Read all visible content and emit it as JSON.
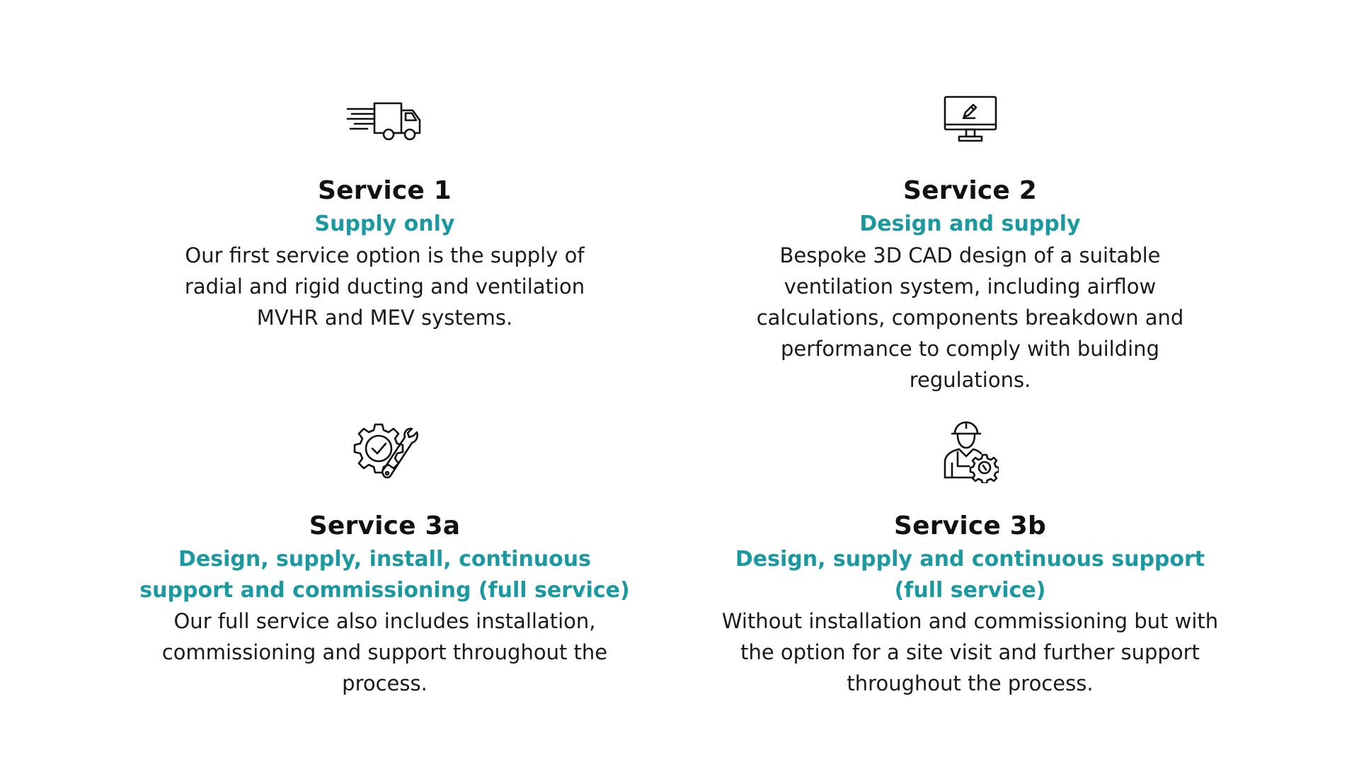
{
  "services": [
    {
      "icon": "delivery-truck-icon",
      "title": "Service 1",
      "subtitle": "Supply only",
      "description": "Our first service option is the supply of radial and rigid ducting and ventilation MVHR and MEV systems."
    },
    {
      "icon": "monitor-design-icon",
      "title": "Service 2",
      "subtitle": "Design and supply",
      "description": "Bespoke 3D CAD design of a suitable ventilation system, including airflow calculations, components breakdown and performance to comply with building regulations."
    },
    {
      "icon": "gear-wrench-check-icon",
      "title": "Service 3a",
      "subtitle": "Design, supply, install, continuous support and commissioning (full service)",
      "description": "Our full service also includes installation, commissioning and support throughout the process."
    },
    {
      "icon": "engineer-gear-icon",
      "title": "Service 3b",
      "subtitle": "Design, supply and continuous support (full service)",
      "description": "Without installation and commissioning but with the option for a site visit and further support throughout the process."
    }
  ],
  "colors": {
    "accent": "#1a9aa0",
    "text": "#111111",
    "background": "#ffffff"
  }
}
